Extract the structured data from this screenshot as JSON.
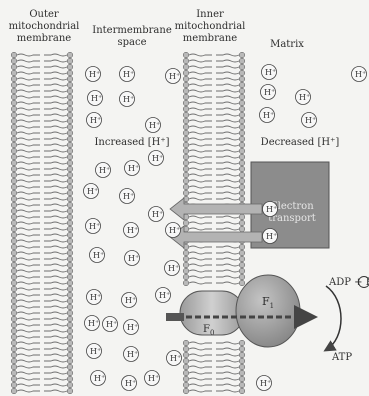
{
  "labels": {
    "outer_membrane": [
      "Outer",
      "mitochondrial",
      "membrane"
    ],
    "intermembrane_space": [
      "Intermembrane",
      "space"
    ],
    "inner_membrane": [
      "Inner",
      "mitochondrial",
      "membrane"
    ],
    "matrix": "Matrix",
    "increased": "Increased [H⁺]",
    "decreased": "Decreased [H⁺]",
    "electron_transport": [
      "Electron",
      "transport"
    ],
    "adp": "ADP + P",
    "atp": "ATP",
    "f1": "F",
    "f1_sub": "1",
    "f0": "F",
    "f0_sub": "0"
  },
  "ion": {
    "symbol": "H",
    "charge": "+"
  },
  "colors": {
    "membrane_head": "#b9b9b9",
    "membrane_tail": "#6e6e6e",
    "proton_fill": "#f7f7f7",
    "transport_box": "#8c8c8c",
    "f1_sphere": "#9a9a9a",
    "arrow": "#444444"
  }
}
